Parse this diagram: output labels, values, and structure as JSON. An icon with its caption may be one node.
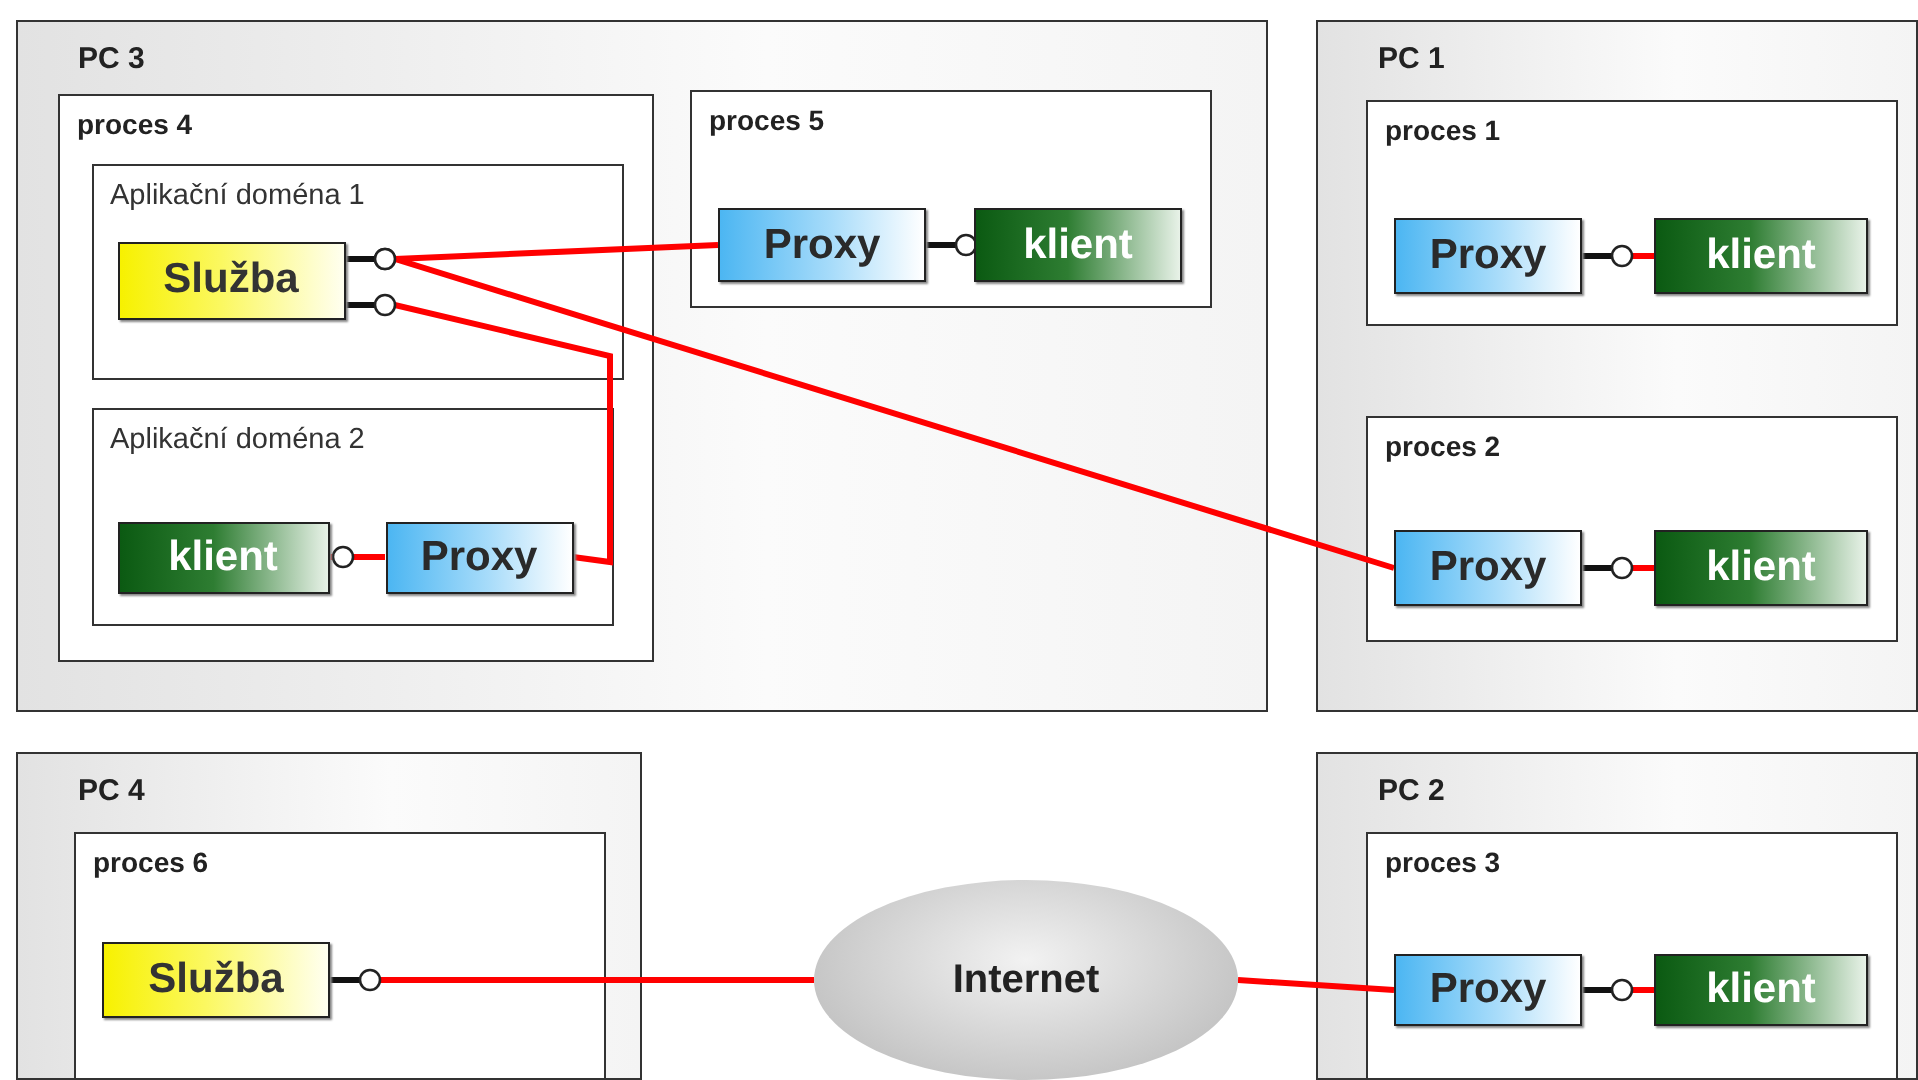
{
  "diagram": {
    "nodes": [
      {
        "text": [
          "PC 3"
        ]
      },
      {
        "text": [
          "proces 4"
        ],
        "in": 0
      },
      {
        "text": [
          "Aplikační doména 1"
        ],
        "in": 1
      },
      {
        "text": [
          "Služba"
        ],
        "in": 2
      },
      {
        "text": [
          "Aplikační doména 2"
        ],
        "in": 1
      },
      {
        "text": [
          "klient"
        ],
        "in": 4
      },
      {
        "text": [
          "Proxy"
        ],
        "in": 4
      },
      {
        "text": [
          "proces 5"
        ],
        "in": 0
      },
      {
        "text": [
          "Proxy"
        ],
        "in": 7
      },
      {
        "text": [
          "klient"
        ],
        "in": 7
      },
      {
        "text": [
          "PC 1"
        ]
      },
      {
        "text": [
          "proces 1"
        ],
        "in": 10
      },
      {
        "text": [
          "Proxy"
        ],
        "in": 11
      },
      {
        "text": [
          "klient"
        ],
        "in": 11
      },
      {
        "text": [
          "proces 2"
        ],
        "in": 10
      },
      {
        "text": [
          "Proxy"
        ],
        "in": 14
      },
      {
        "text": [
          "klient"
        ],
        "in": 14
      },
      {
        "text": [
          "PC 4"
        ]
      },
      {
        "text": [
          "proces 6"
        ],
        "in": 17
      },
      {
        "text": [
          "Služba"
        ],
        "in": 18
      },
      {
        "text": [
          "Internet"
        ]
      },
      {
        "text": [
          "PC 2"
        ]
      },
      {
        "text": [
          "proces 3"
        ],
        "in": 21
      },
      {
        "text": [
          "Proxy"
        ],
        "in": 22
      },
      {
        "text": [
          "klient"
        ],
        "in": 22
      }
    ],
    "edges": [
      {
        "from": 3,
        "to": 8,
        "arrow": "other"
      },
      {
        "from": 3,
        "to": 15,
        "arrow": "other"
      },
      {
        "from": 3,
        "to": 6,
        "arrow": "other"
      },
      {
        "from": 6,
        "to": 5,
        "arrow": "other"
      },
      {
        "from": 8,
        "to": 9,
        "arrow": "other"
      },
      {
        "from": 12,
        "to": 13,
        "arrow": "other"
      },
      {
        "from": 15,
        "to": 16,
        "arrow": "other"
      },
      {
        "from": 19,
        "to": 20,
        "arrow": "other"
      },
      {
        "from": 20,
        "to": 23,
        "arrow": "none"
      },
      {
        "from": 23,
        "to": 24,
        "arrow": "other"
      }
    ]
  }
}
